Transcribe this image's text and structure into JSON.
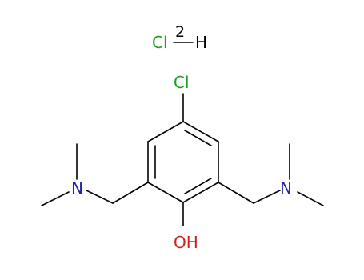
{
  "molecule": {
    "salt": {
      "cl": "Cl",
      "h": "H",
      "count": "2"
    },
    "ring_substituent": "Cl",
    "hydroxyl": "OH",
    "left_amine": "N",
    "right_amine": "N"
  },
  "colors": {
    "bond": "#000000",
    "chlorine": "#1aa01a",
    "nitrogen": "#2222aa",
    "oxygen": "#cc2222",
    "hydrogen": "#000000"
  }
}
